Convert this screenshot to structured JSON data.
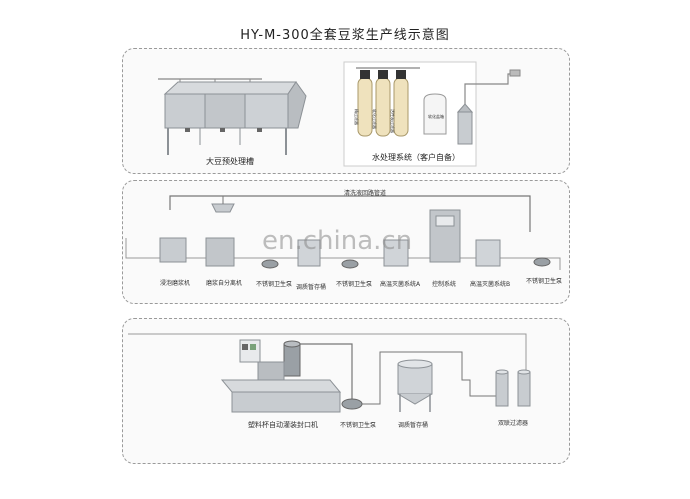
{
  "title": "HY-M-300全套豆浆生产线示意图",
  "watermark": "en.china.cn",
  "panels": {
    "top": {
      "soy_pretreat": "大豆预处理槽",
      "water_treat": "水处理系统（客户自备）",
      "tank_labels": [
        "精过滤器",
        "软化过滤器",
        "活性炭过滤器"
      ],
      "salt_tank_label": "软化盐箱"
    },
    "middle": {
      "cip_label": "清洗液回路管道",
      "labels": [
        "浸泡磨浆机",
        "磨浆自分离机",
        "不锈钢卫生泵",
        "调质暂存桶",
        "不锈钢卫生泵",
        "高温灭菌系统A",
        "控制系统",
        "高温灭菌系统B",
        "不锈钢卫生泵"
      ]
    },
    "bottom": {
      "filler": "塑料杯自动灌装封口机",
      "pump": "不锈钢卫生泵",
      "tank": "调质暂存桶",
      "filters": "双联过滤器"
    }
  },
  "colors": {
    "steel": "#c8ccd0",
    "steel_dark": "#8c9196",
    "pipe": "#7a7a7a",
    "tank_fill": "#efe2bd",
    "panel_border": "#9a9a9a"
  }
}
